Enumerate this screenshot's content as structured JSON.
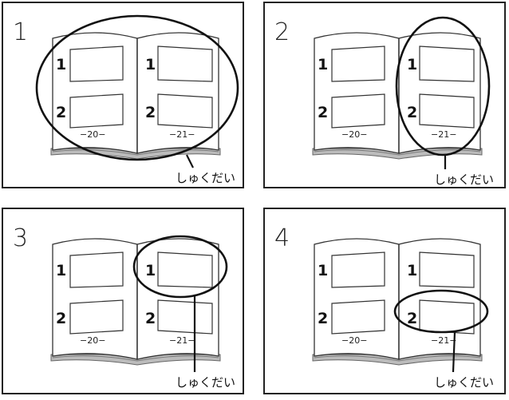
{
  "panels": [
    {
      "number": "1",
      "highlight": "both-pages",
      "label": "しゅくだい",
      "rows": [
        "1",
        "2"
      ],
      "pages": [
        "−20−",
        "−21−"
      ]
    },
    {
      "number": "2",
      "highlight": "right-page",
      "label": "しゅくだい",
      "rows": [
        "1",
        "2"
      ],
      "pages": [
        "−20−",
        "−21−"
      ]
    },
    {
      "number": "3",
      "highlight": "right-page-problem-1",
      "label": "しゅくだい",
      "rows": [
        "1",
        "2"
      ],
      "pages": [
        "−20−",
        "−21−"
      ]
    },
    {
      "number": "4",
      "highlight": "right-page-problem-2",
      "label": "しゅくだい",
      "rows": [
        "1",
        "2"
      ],
      "pages": [
        "−20−",
        "−21−"
      ]
    }
  ]
}
